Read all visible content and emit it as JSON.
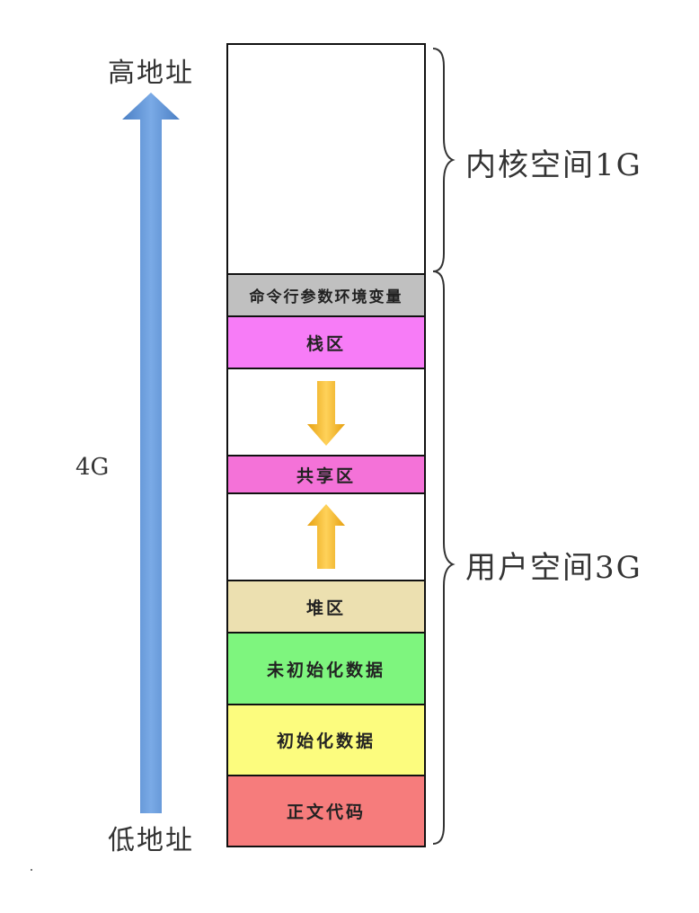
{
  "labels": {
    "high_address": "高地址",
    "low_address": "低地址",
    "total_size": "4G"
  },
  "regions": {
    "kernel": "内核空间1G",
    "user": "用户空间3G"
  },
  "segments": {
    "kernel_space": "",
    "cmdline_env": "命令行参数环境变量",
    "stack": "栈区",
    "shared": "共享区",
    "heap": "堆区",
    "bss": "未初始化数据",
    "data": "初始化数据",
    "text": "正文代码"
  },
  "colors": {
    "cmdline_env": "#c0c0c0",
    "stack": "#f77cf7",
    "shared": "#f472d8",
    "heap": "#ece0b0",
    "bss": "#7ef57e",
    "data": "#fcfc7e",
    "text": "#f67c7c",
    "address_arrow": "#5b90d4",
    "growth_arrow": "#f5b62a"
  },
  "icons": {
    "address_arrow": "up-arrow-icon",
    "stack_growth": "down-arrow-icon",
    "heap_growth": "up-arrow-icon"
  }
}
